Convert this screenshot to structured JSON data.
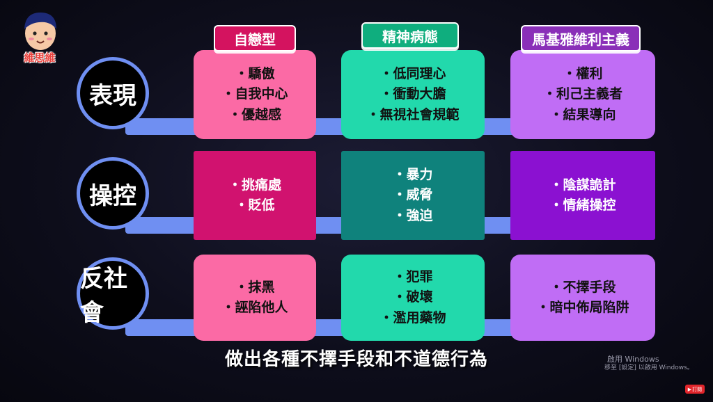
{
  "brand": {
    "name": "維思維"
  },
  "columns": [
    {
      "header": "自戀型",
      "color": "#e43f8c"
    },
    {
      "header": "精神病態",
      "color": "#1fbf98"
    },
    {
      "header": "馬基雅維利主義",
      "color": "#8a2fb8"
    }
  ],
  "rows": [
    {
      "label": "表現",
      "cells": [
        [
          "・驕傲",
          "・自我中心",
          "・優越感"
        ],
        [
          "・低同理心",
          "・衝動大膽",
          "・無視社會規範"
        ],
        [
          "・權利",
          "・利己主義者",
          "・結果導向"
        ]
      ]
    },
    {
      "label": "操控",
      "cells": [
        [
          "・挑痛處",
          "・貶低"
        ],
        [
          "・暴力",
          "・威脅",
          "・強迫"
        ],
        [
          "・陰謀詭計",
          "・情緒操控"
        ]
      ]
    },
    {
      "label": "反社會",
      "cells": [
        [
          "・抹黑",
          "・誣陷他人"
        ],
        [
          "・犯罪",
          "・破壞",
          "・濫用藥物"
        ],
        [
          "・不擇手段",
          "・暗中佈局陷阱"
        ]
      ]
    }
  ],
  "subtitle": "做出各種不擇手段和不道德行為",
  "watermark": {
    "line1": "啟用 Windows",
    "line2": "移至 [設定] 以啟用 Windows。"
  },
  "youtube_badge": "訂閱"
}
